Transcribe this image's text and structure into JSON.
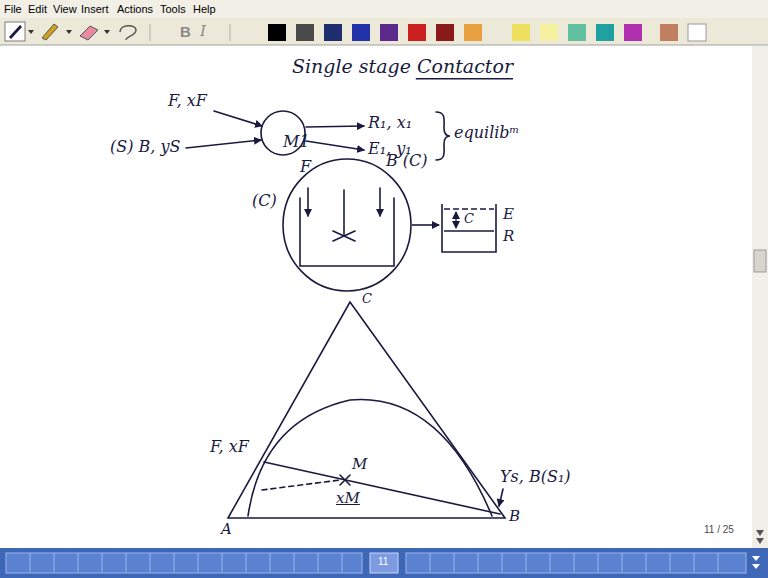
{
  "diagram": {
    "title": "Single stage Contactor",
    "nodes": [
      {
        "text": [
          "M1"
        ]
      },
      {
        "text": [
          "F",
          "(C)",
          "B (C)"
        ]
      },
      {
        "text": [
          "C"
        ]
      }
    ],
    "edges": [
      {
        "from": 1,
        "to": 2,
        "arrow": "to"
      }
    ],
    "labels": [
      "File",
      "Edit",
      "View",
      "Insert",
      "Actions",
      "Tools",
      "Help",
      "B",
      "I",
      "F, xF",
      "(S) B, yS",
      "R₁, x₁",
      "E₁, y₁",
      "equilibᵐ",
      "E",
      "R",
      "C",
      "F, xF",
      "M",
      "xM",
      "Ys, B(S₁)",
      "A",
      "B",
      "11 / 25",
      "11"
    ]
  }
}
